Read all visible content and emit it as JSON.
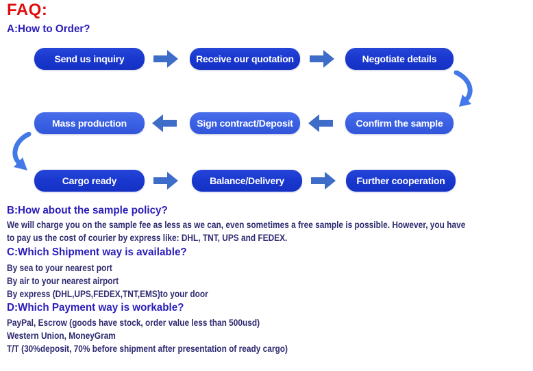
{
  "title": "FAQ:",
  "colors": {
    "title_red": "#dd0d0d",
    "heading_blue": "#2a1db9",
    "body_navy": "#2d2a70",
    "button_blue_dark": "#1b3ad0",
    "button_blue_light": "#3a63e6",
    "arrow_blue": "#3e6cc9",
    "curve_arrow_blue": "#4478e8"
  },
  "flow": {
    "rows": [
      {
        "direction": "right",
        "steps": [
          {
            "label": "Send us inquiry"
          },
          {
            "label": "Receive our quotation"
          },
          {
            "label": "Negotiate details"
          }
        ]
      },
      {
        "direction": "left",
        "steps": [
          {
            "label": "Mass production"
          },
          {
            "label": "Sign contract/Deposit"
          },
          {
            "label": "Confirm the sample"
          }
        ]
      },
      {
        "direction": "right",
        "steps": [
          {
            "label": "Cargo ready"
          },
          {
            "label": "Balance/Delivery"
          },
          {
            "label": "Further cooperation"
          }
        ]
      }
    ]
  },
  "sections": {
    "a": {
      "heading": "A:How to Order?"
    },
    "b": {
      "heading": "B:How about the sample policy?",
      "lines": [
        "We will charge you on the sample fee as less as we can, even sometimes a free sample is possible. However, you have",
        "to pay us the cost of courier by express like: DHL, TNT, UPS and FEDEX."
      ]
    },
    "c": {
      "heading": "C:Which Shipment way is available?",
      "lines": [
        "By sea to your nearest port",
        "By air to your nearest airport",
        "By express (DHL,UPS,FEDEX,TNT,EMS)to your door"
      ]
    },
    "d": {
      "heading": "D:Which Payment way is workable?",
      "lines": [
        "PayPal, Escrow (goods have stock, order value less than 500usd)",
        "Western Union, MoneyGram",
        "T/T (30%deposit, 70% before shipment after presentation of ready cargo)"
      ]
    }
  }
}
